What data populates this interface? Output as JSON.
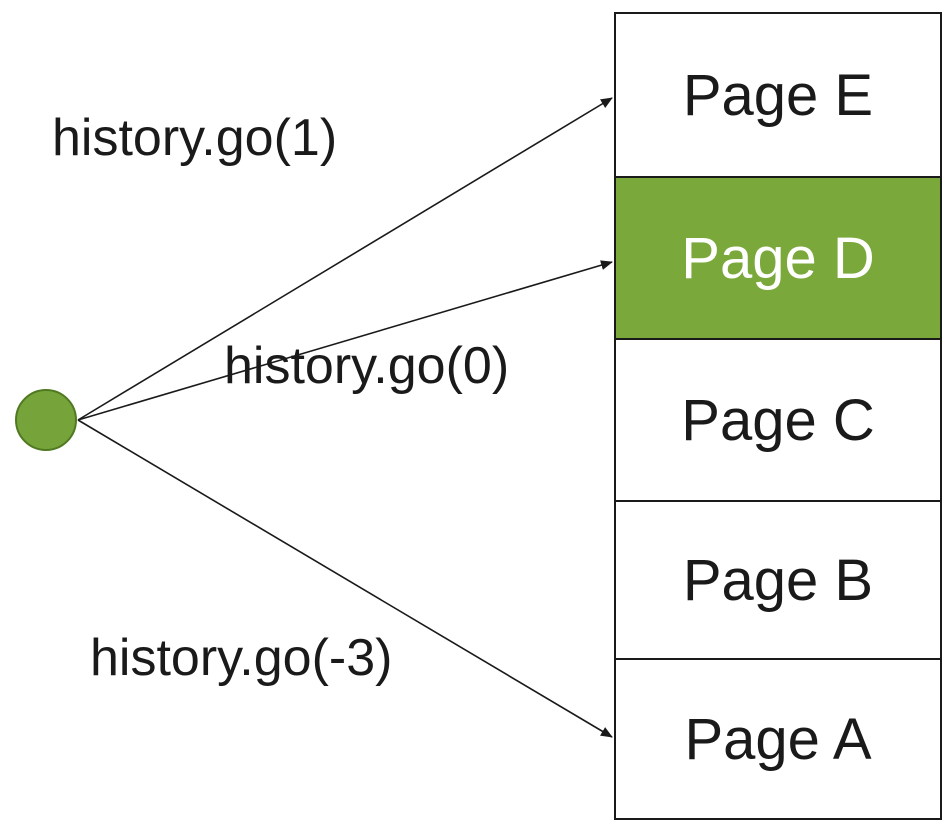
{
  "colors": {
    "current_page_fill": "#7aa83a",
    "origin_dot_fill": "#76a33a",
    "origin_dot_stroke": "#4f7a22",
    "line": "#1a1a1a"
  },
  "pages": [
    {
      "label": "Page E",
      "current": false
    },
    {
      "label": "Page D",
      "current": true
    },
    {
      "label": "Page C",
      "current": false
    },
    {
      "label": "Page B",
      "current": false
    },
    {
      "label": "Page A",
      "current": false
    }
  ],
  "calls": [
    {
      "label": "history.go(1)",
      "target": "Page E"
    },
    {
      "label": "history.go(0)",
      "target": "Page D"
    },
    {
      "label": "history.go(-3)",
      "target": "Page A"
    }
  ]
}
